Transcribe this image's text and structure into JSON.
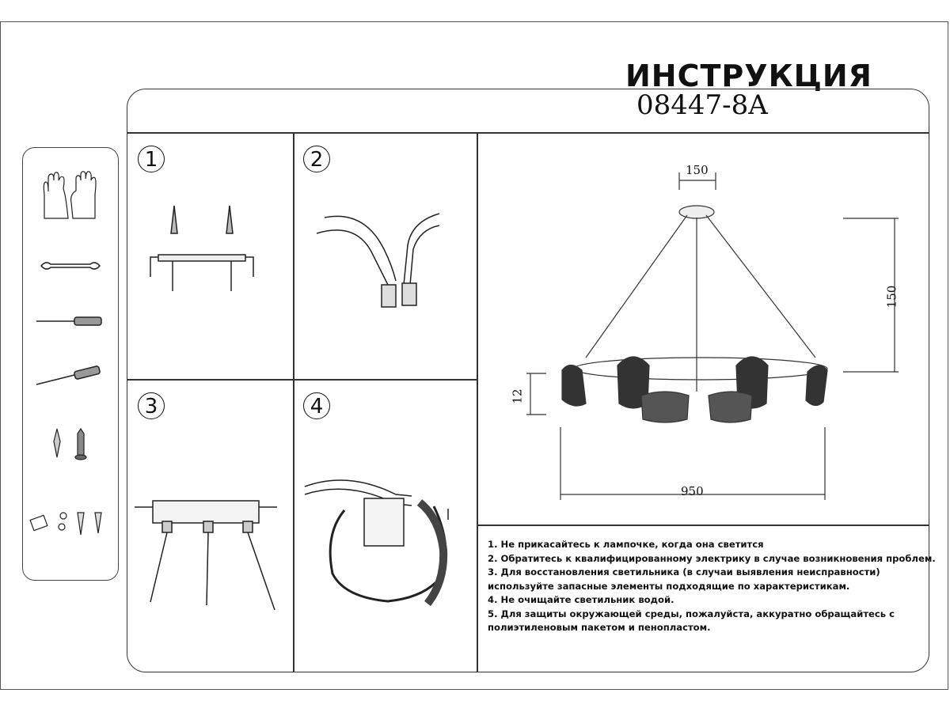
{
  "header": {
    "title": "ИНСТРУКЦИЯ",
    "model": "08447-8A"
  },
  "tools": [
    {
      "icon": "gloves-icon"
    },
    {
      "icon": "wrench-icon"
    },
    {
      "icon": "screwdriver-flat-icon"
    },
    {
      "icon": "screwdriver-phillips-icon"
    },
    {
      "icon": "anchor-screw-icon"
    },
    {
      "icon": "small-parts-icon"
    }
  ],
  "steps": [
    {
      "number": "1"
    },
    {
      "number": "2"
    },
    {
      "number": "3"
    },
    {
      "number": "4"
    }
  ],
  "dimensions": {
    "canopy_width": "150",
    "drop_height": "150",
    "body_height": "12",
    "diameter": "950"
  },
  "notes": [
    "1. Не прикасайтесь к лампочке, когда она светится",
    "2. Обратитесь к квалифицированному электрику в случае возникновения проблем.",
    "3. Для восстановления светильника (в случаи выявления неисправности)",
    "используйте запасные элементы подходящие по характеристикам.",
    "4. Не очищайте светильник водой.",
    "5. Для защиты окружающей среды, пожалуйста, аккуратно обращайтесь с",
    "полиэтиленовым пакетом и пенопластом."
  ]
}
